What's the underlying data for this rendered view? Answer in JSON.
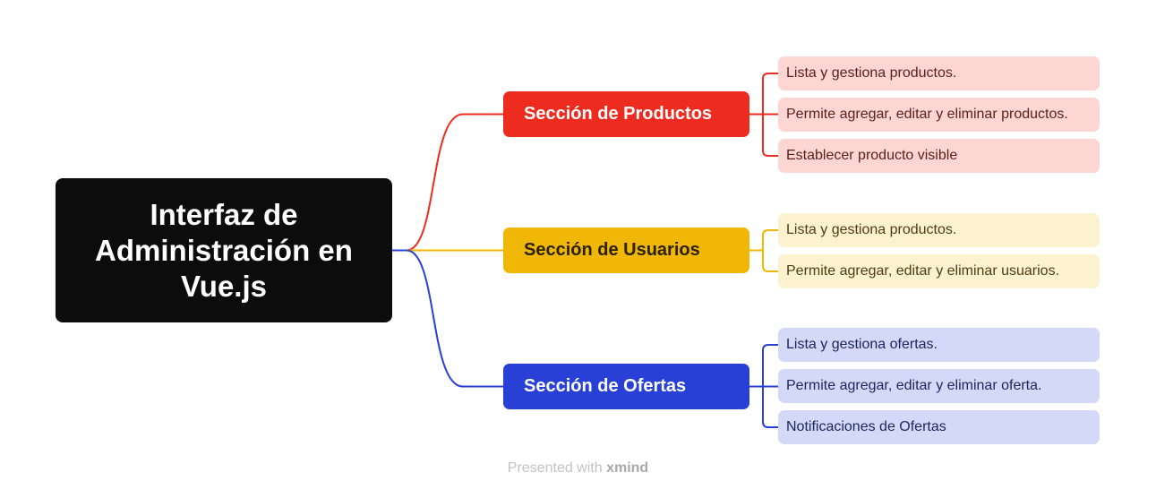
{
  "root": {
    "label": "Interfaz de Administración en Vue.js"
  },
  "branches": [
    {
      "label": "Sección de Productos",
      "color": "#ee2b1f",
      "text_color": "#ffffff",
      "leaf_bg": "#fdd6d3",
      "leaf_text": "#5c1e1a",
      "items": [
        "Lista y gestiona productos.",
        "Permite agregar, editar y eliminar productos.",
        "Establecer producto visible"
      ]
    },
    {
      "label": "Sección de Usuarios",
      "color": "#f1b706",
      "text_color": "#2b2100",
      "leaf_bg": "#fdf2cf",
      "leaf_text": "#4d3d12",
      "items": [
        "Lista y gestiona productos.",
        "Permite agregar, editar y eliminar usuarios."
      ]
    },
    {
      "label": "Sección  de Ofertas",
      "color": "#2840d6",
      "text_color": "#ffffff",
      "leaf_bg": "#d4d9f7",
      "leaf_text": "#1e2660",
      "items": [
        "Lista y gestiona ofertas.",
        "Permite agregar, editar y eliminar oferta.",
        "Notificaciones de Ofertas"
      ]
    }
  ],
  "footer": {
    "prefix": "Presented with ",
    "brand": "xmind"
  }
}
